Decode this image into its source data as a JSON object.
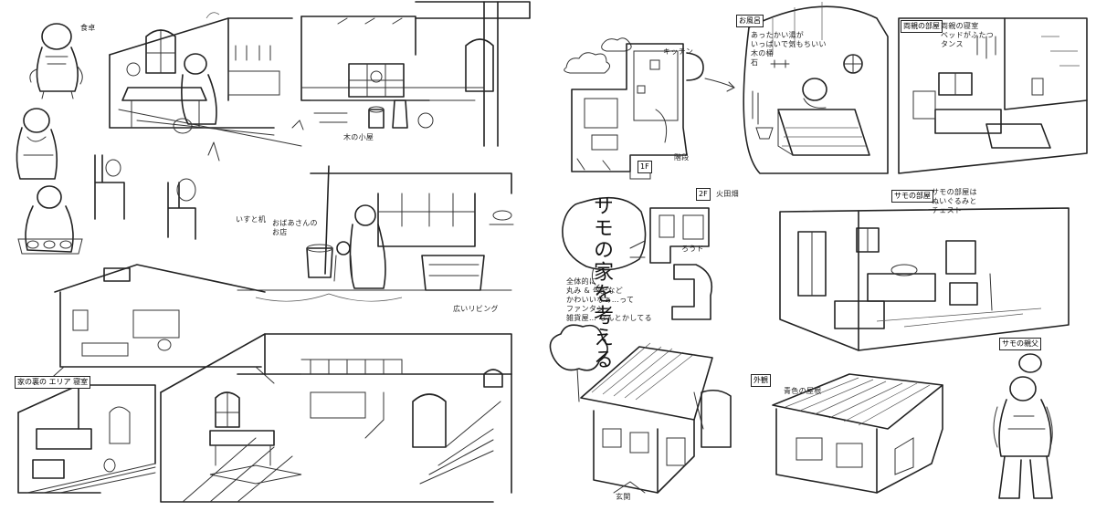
{
  "sheet": {
    "title_lines": [
      "サモの家を",
      "考える"
    ],
    "notes": {
      "kitchen_label": "キッチン",
      "stairs_label": "階段",
      "floor1_label": "1F",
      "floor2_label": "2F",
      "floor2_upper": "火田畑",
      "stairs_up_label": "ろうド",
      "entrance_label": "玄関",
      "bath_label": "お風呂",
      "bedroom_label": "両親の部屋",
      "room_label": "サモの部屋",
      "exterior_label": "外観",
      "exterior_sub": "青色の屋根",
      "character_label": "サモの親父",
      "roundness_note": "全体的に\n丸み & 勾配など\nかわいいなぁ…って\nファンタジー\n雑貨屋… なんとかしてる",
      "bath_note": "あったかい湯が\nいっぱいで気もちいい\n木の桶\n石",
      "bedroom_note": "両親の寝室\nベッドがふたつ\nタンス",
      "room_note": "サモの部屋は\nぬいぐるみと\nチェスト",
      "bottomleft_note": "家の裏の\nエリア\n寝室",
      "dining_note": "食卓",
      "chair_note": "いすと机",
      "market_note": "おばあさんの\nお店",
      "shed_note": "木の小屋",
      "bottom_caption": "広いリビング"
    }
  }
}
